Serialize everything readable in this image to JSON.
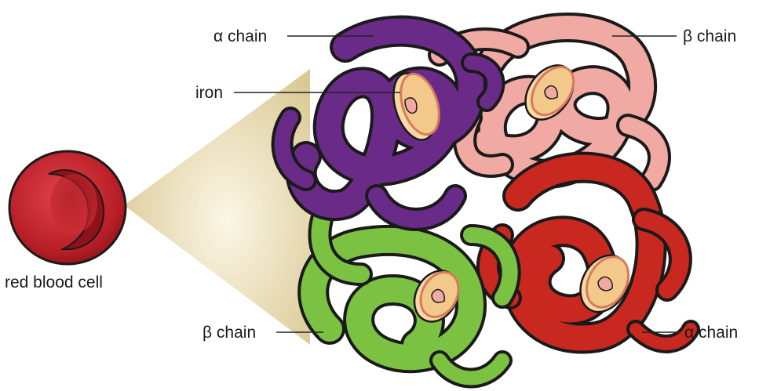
{
  "labels": {
    "alpha_chain_top": "α chain",
    "beta_chain_top": "β chain",
    "iron": "iron",
    "beta_chain_bottom": "β chain",
    "alpha_chain_bottom": "α chain",
    "red_blood_cell": "red blood cell"
  },
  "colors": {
    "purple_chain": "#6a2a87",
    "pink_chain": "#f0a9a3",
    "green_chain": "#7cc242",
    "red_chain": "#c8281f",
    "heme_disc": "#f7d9a6",
    "zoom_cone": "#e0cf9c",
    "rbc": "#c4232b"
  }
}
